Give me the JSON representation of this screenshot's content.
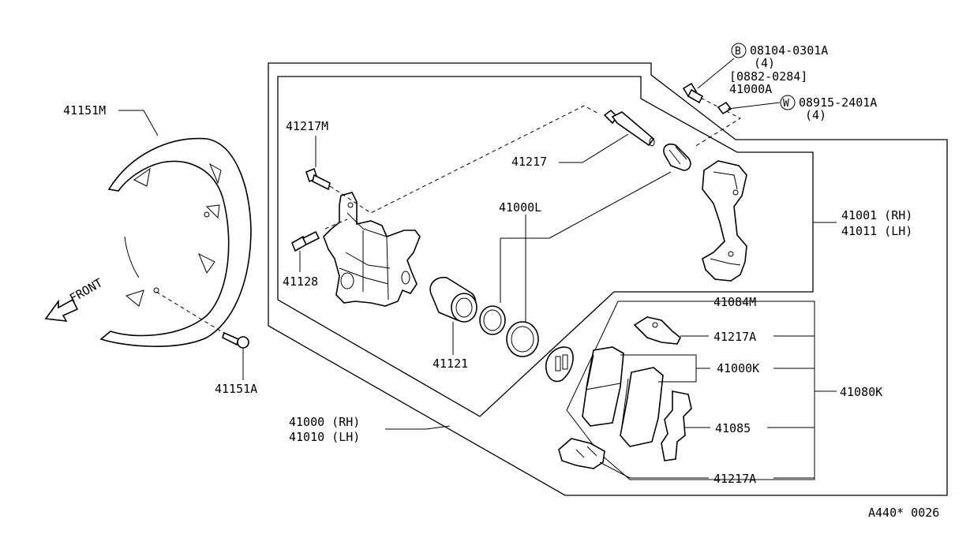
{
  "diagram": {
    "labels": {
      "l41151M": "41151M",
      "l41151A": "41151A",
      "front": "FRONT",
      "l41217M": "41217M",
      "l41128": "41128",
      "l41217": "41217",
      "l41000L": "41000L",
      "l41121": "41121",
      "bolt_code": "08104-0301A",
      "bolt_circle": "B",
      "bolt_qty": "(4)",
      "bolt_range": "[0882-0284]",
      "bolt_alt": "41000A",
      "washer_code": "08915-2401A",
      "washer_circle": "W",
      "washer_qty": "(4)",
      "l41001": "41001 (RH)",
      "l41011": "41011 (LH)",
      "l41084M": "41084M",
      "l41217A_top": "41217A",
      "l41000K": "41000K",
      "l41080K": "41080K",
      "l41085": "41085",
      "l41217A_bot": "41217A",
      "l41000": "41000 (RH)",
      "l41010": "41010 (LH)",
      "ref_code": "A440* 0026"
    }
  }
}
